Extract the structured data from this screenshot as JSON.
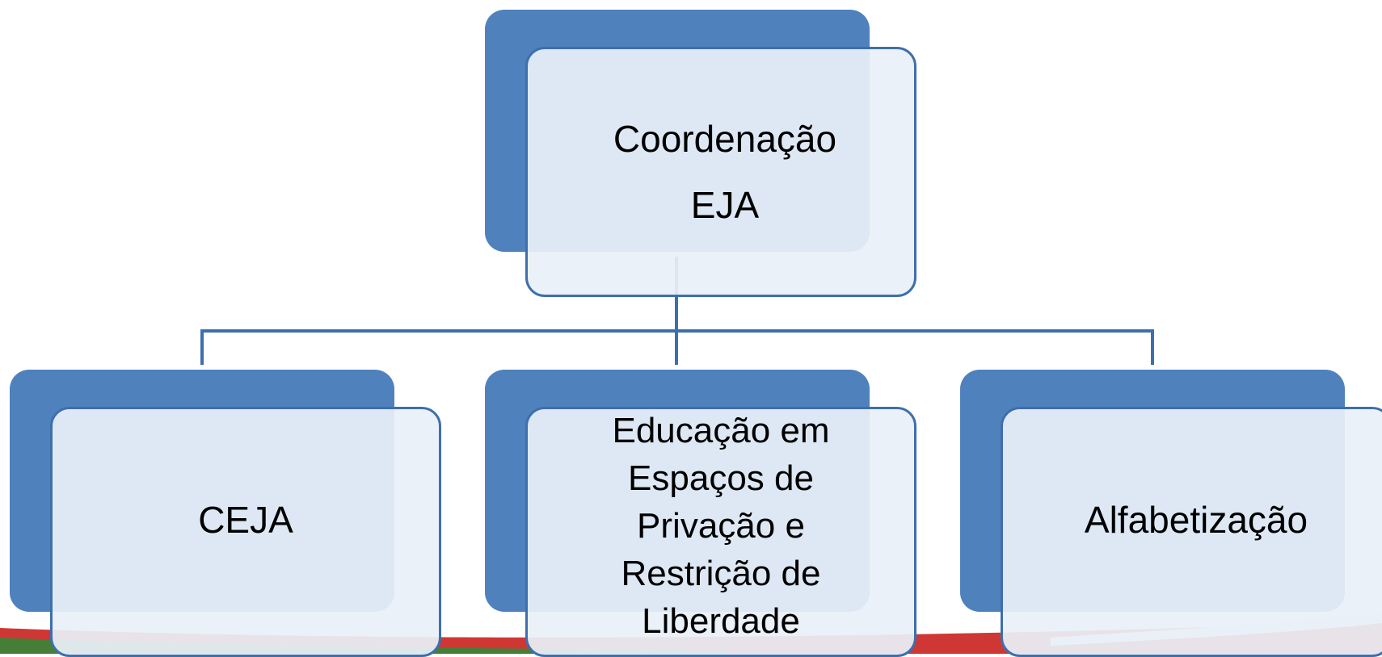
{
  "diagram": {
    "type": "org-chart",
    "root": {
      "label": "Coordenação\nEJA"
    },
    "children": [
      {
        "label": "CEJA"
      },
      {
        "label": "Educação em\nEspaços de\nPrivação e\nRestrição de\nLiberdade"
      },
      {
        "label": "Alfabetização"
      }
    ]
  },
  "colors": {
    "card_back": "#4f81bd",
    "card_front": "#e9f0f8",
    "card_border": "#3e6fad",
    "connector": "#3e6fad",
    "footer_red": "#c9211e",
    "footer_green": "#2e8b3a"
  }
}
